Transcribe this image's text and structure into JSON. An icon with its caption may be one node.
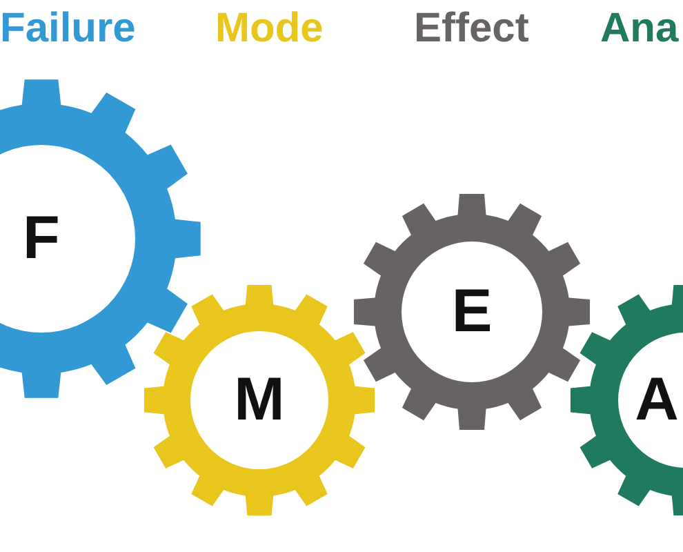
{
  "diagram": {
    "nodes": [
      {
        "text": [
          "F"
        ]
      },
      {
        "text": [
          "M"
        ]
      },
      {
        "text": [
          "E"
        ]
      },
      {
        "text": [
          "A"
        ]
      }
    ],
    "labels": [
      "Failure",
      "Mode",
      "Effect",
      "Ana"
    ]
  }
}
